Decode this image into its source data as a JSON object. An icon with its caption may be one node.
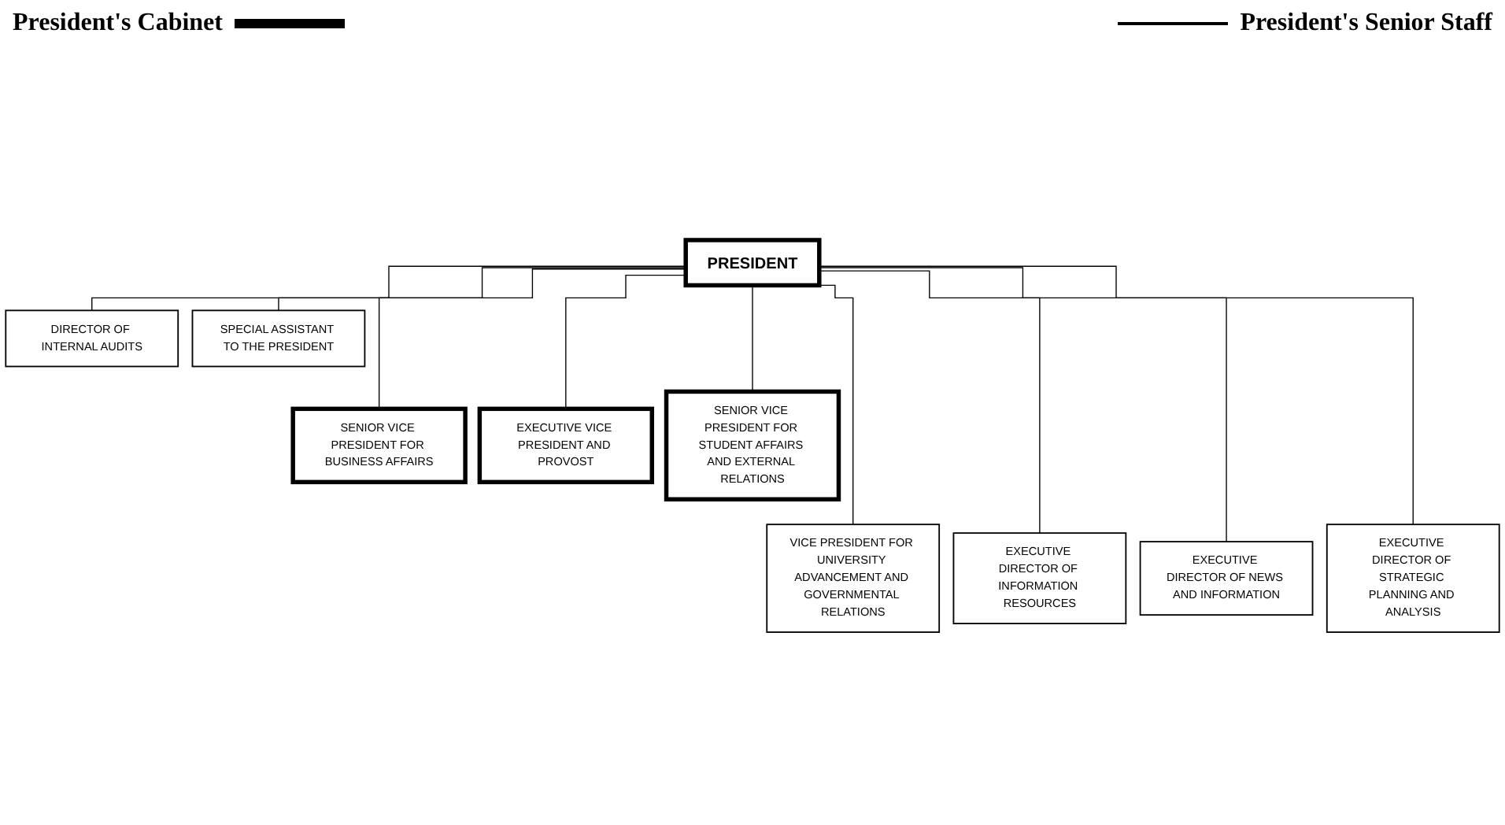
{
  "diagram": {
    "nodes": [
      {
        "text": [
          "PRESIDENT"
        ]
      },
      {
        "text": [
          "DIRECTOR OF INTERNAL AUDITS"
        ]
      },
      {
        "text": [
          "SPECIAL ASSISTANT TO THE PRESIDENT"
        ]
      },
      {
        "text": [
          "SENIOR VICE PRESIDENT FOR BUSINESS AFFAIRS"
        ]
      },
      {
        "text": [
          "EXECUTIVE VICE PRESIDENT AND PROVOST"
        ]
      },
      {
        "text": [
          "SENIOR VICE PRESIDENT FOR STUDENT AFFAIRS AND EXTERNAL RELATIONS"
        ]
      },
      {
        "text": [
          "VICE PRESIDENT FOR UNIVERSITY ADVANCEMENT AND GOVERNMENTAL RELATIONS"
        ]
      },
      {
        "text": [
          "EXECUTIVE DIRECTOR OF INFORMATION RESOURCES"
        ]
      },
      {
        "text": [
          "EXECUTIVE DIRECTOR OF NEWS AND INFORMATION"
        ]
      },
      {
        "text": [
          "EXECUTIVE DIRECTOR OF STRATEGIC PLANNING AND ANALYSIS"
        ]
      }
    ],
    "edges": [
      {
        "from": 0,
        "to": 1,
        "arrow": "none"
      },
      {
        "from": 0,
        "to": 2,
        "arrow": "none"
      },
      {
        "from": 0,
        "to": 3,
        "arrow": "none"
      },
      {
        "from": 0,
        "to": 4,
        "arrow": "none"
      },
      {
        "from": 0,
        "to": 5,
        "arrow": "none"
      },
      {
        "from": 0,
        "to": 6,
        "arrow": "none"
      },
      {
        "from": 0,
        "to": 7,
        "arrow": "none"
      },
      {
        "from": 0,
        "to": 8,
        "arrow": "none"
      },
      {
        "from": 0,
        "to": 9,
        "arrow": "none"
      }
    ],
    "legend": [
      {
        "text": "President's Cabinet"
      },
      {
        "text": "President's Senior Staff"
      }
    ]
  }
}
